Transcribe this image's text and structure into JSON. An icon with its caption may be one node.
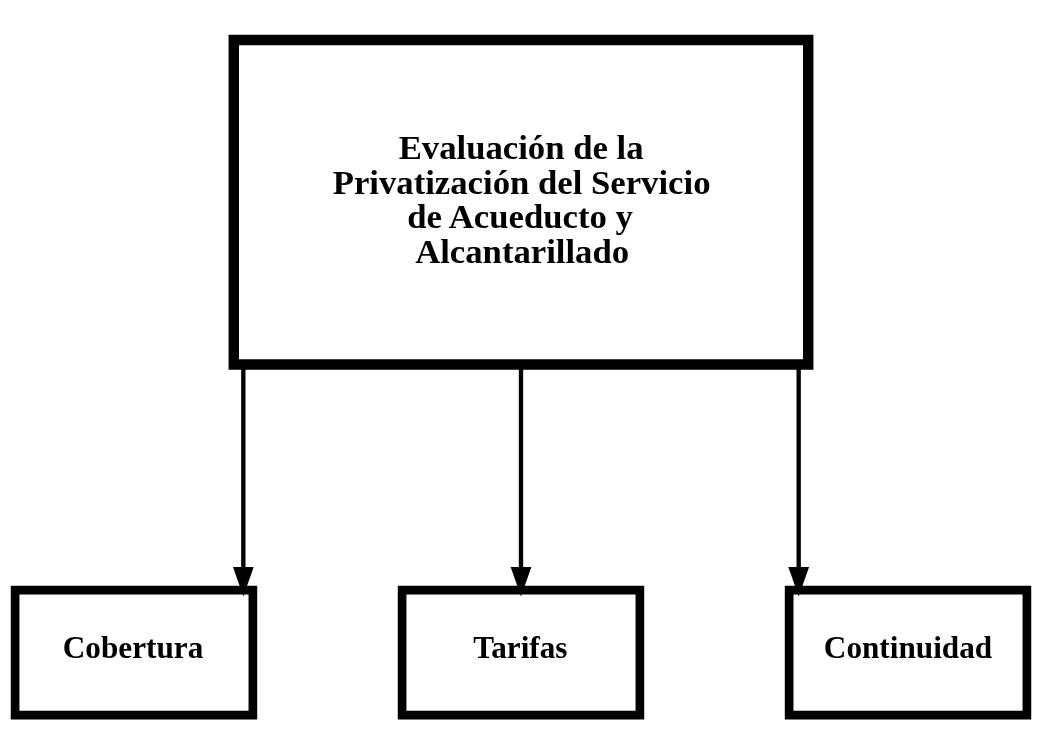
{
  "diagram": {
    "nodes": [
      {
        "text": [
          "Evaluación de la Privatización del Servicio de Acueducto y Alcantarillado"
        ]
      },
      {
        "text": [
          "Cobertura"
        ]
      },
      {
        "text": [
          "Tarifas"
        ]
      },
      {
        "text": [
          "Continuidad"
        ]
      }
    ],
    "edges": [
      {
        "from": 0,
        "to": 1,
        "arrow": "to"
      },
      {
        "from": 0,
        "to": 2,
        "arrow": "to"
      },
      {
        "from": 0,
        "to": 3,
        "arrow": "to"
      }
    ]
  }
}
